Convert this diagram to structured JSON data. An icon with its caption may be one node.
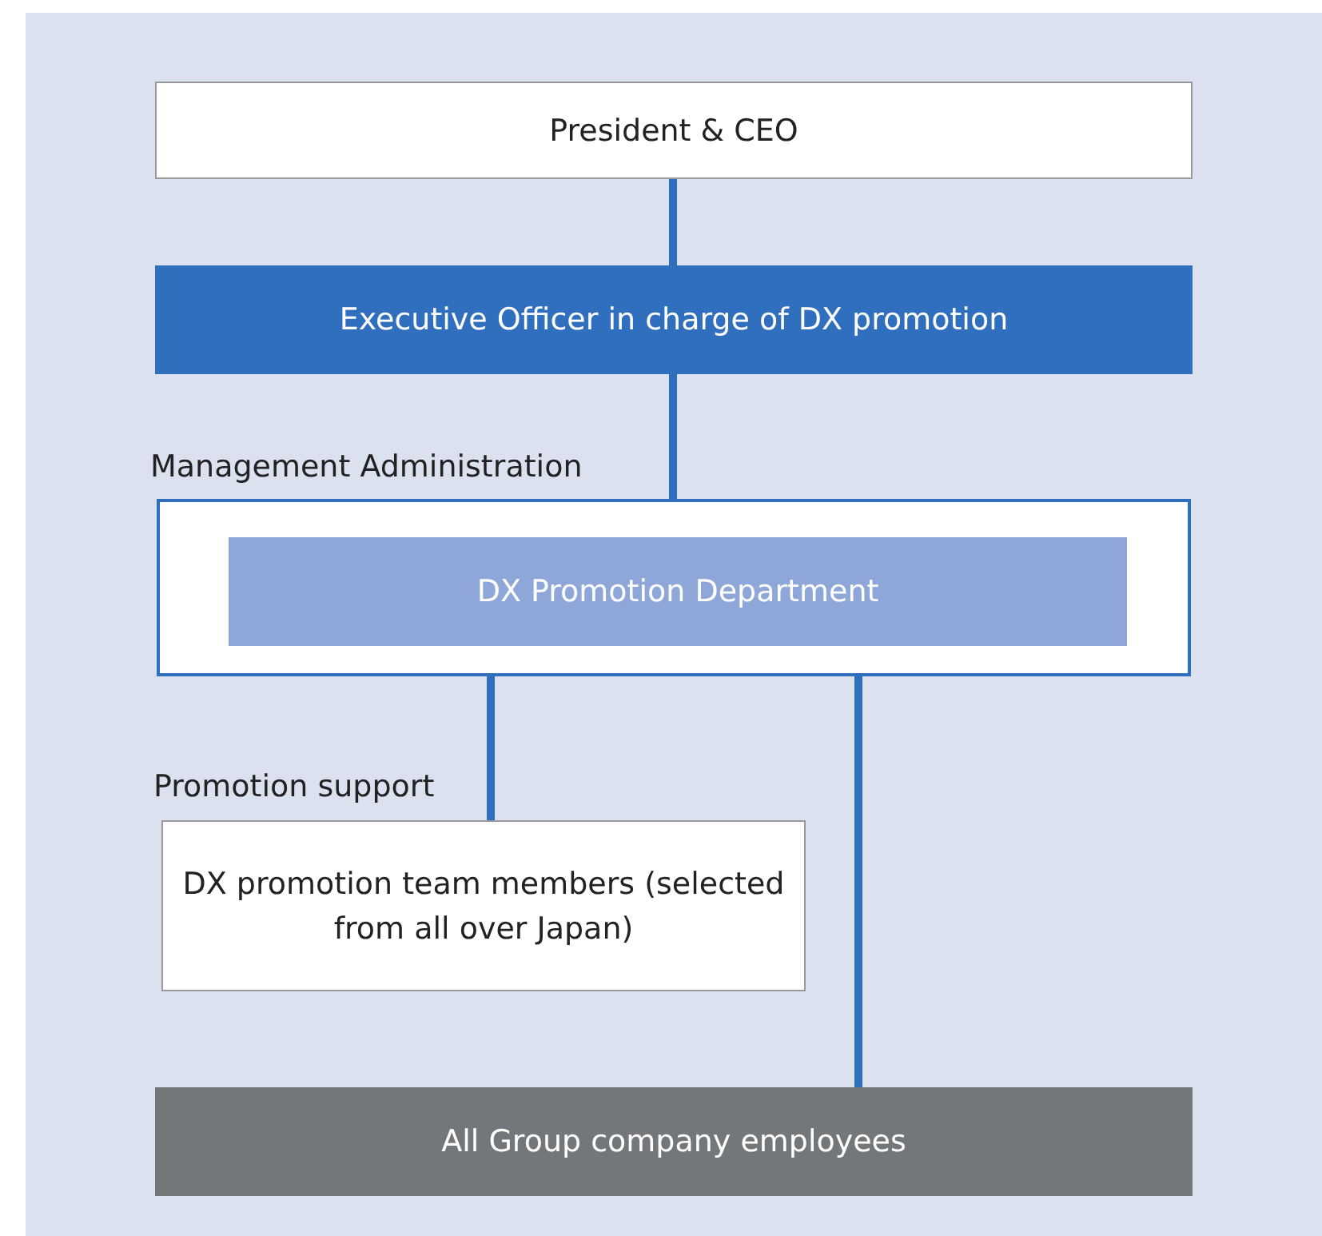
{
  "diagram": {
    "nodes": [
      {
        "text": [
          "President & CEO"
        ]
      },
      {
        "text": [
          "Executive Officer in charge of DX promotion"
        ]
      },
      {
        "text": [
          "Management Administration"
        ]
      },
      {
        "text": [
          "DX Promotion Department"
        ],
        "in": 2
      },
      {
        "text": [
          "Promotion support",
          "DX promotion team members (selected from all over Japan)"
        ]
      },
      {
        "text": [
          "All Group company employees"
        ]
      }
    ],
    "edges": [
      {
        "from": 0,
        "to": 1,
        "arrow": "none"
      },
      {
        "from": 1,
        "to": 2,
        "arrow": "none"
      },
      {
        "from": 2,
        "to": 4,
        "arrow": "none"
      },
      {
        "from": 2,
        "to": 5,
        "arrow": "none"
      }
    ]
  }
}
